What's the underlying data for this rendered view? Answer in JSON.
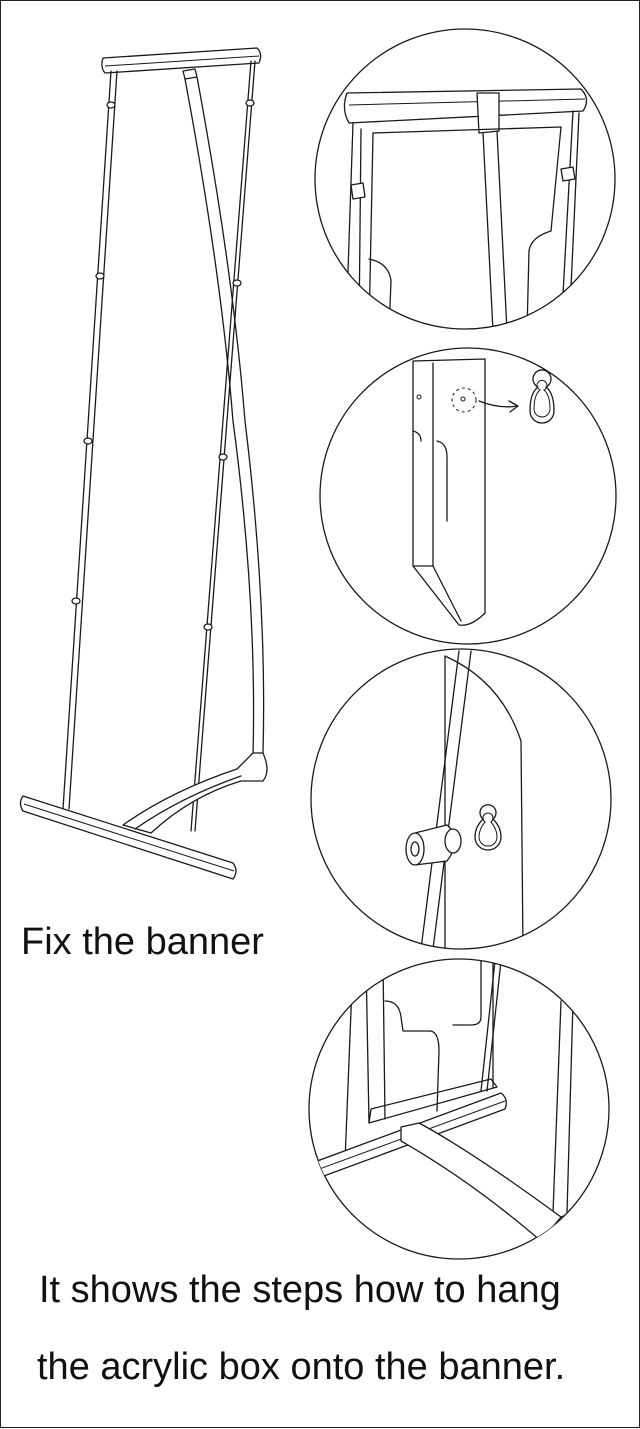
{
  "captions": {
    "fix_banner": "Fix the banner",
    "steps_line1": "It shows the steps how to hang",
    "steps_line2": "the acrylic box onto the banner."
  },
  "colors": {
    "line": "#1a1a1a",
    "background": "#ffffff"
  }
}
